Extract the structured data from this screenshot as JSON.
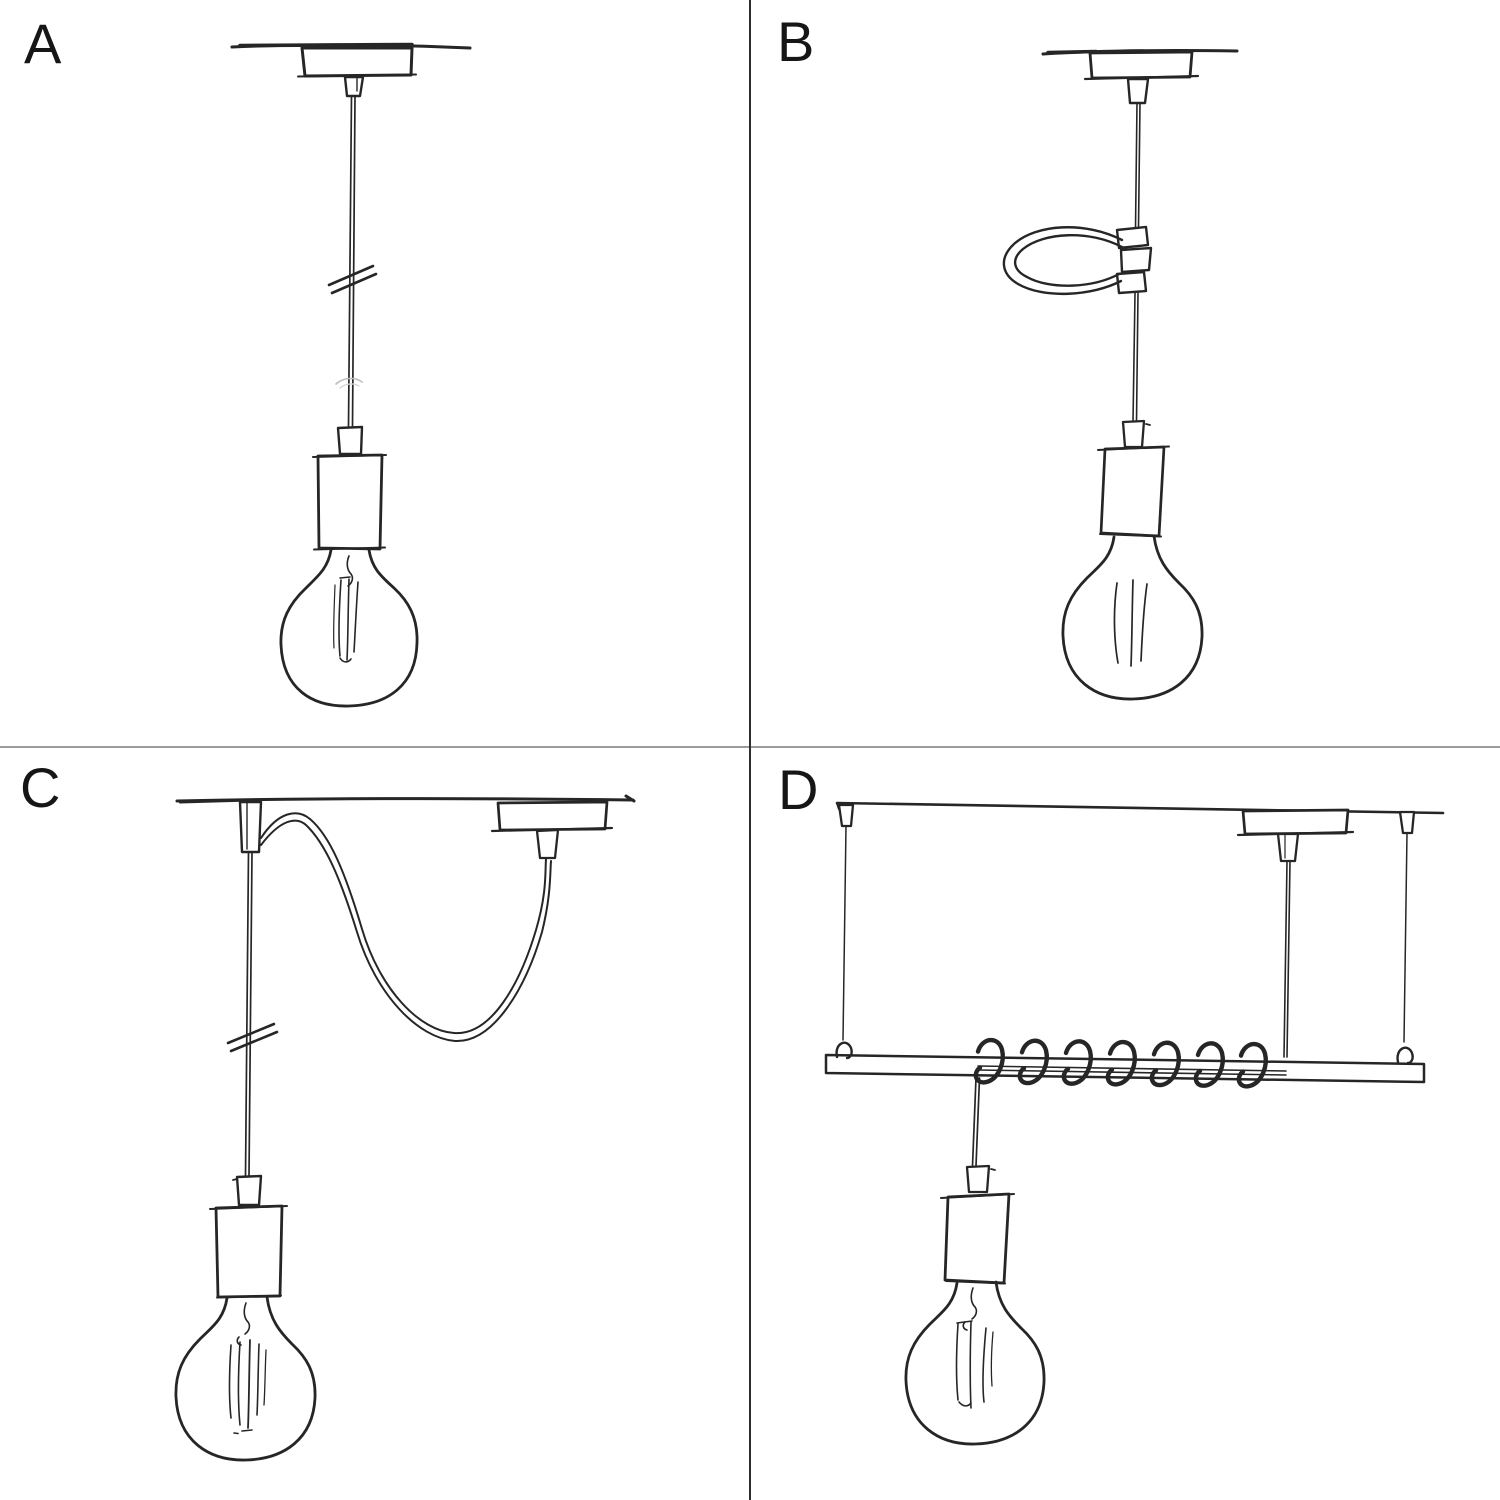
{
  "colors": {
    "background": "#ffffff",
    "ink": "#262626",
    "pencil_faint": "#bdbdbd",
    "divider_vertical": "#2e2e2e",
    "divider_horizontal": "#9b9b9b"
  },
  "panels": [
    {
      "id": "A",
      "label": "A",
      "depicts": "pendant-lamp-straight-drop",
      "parts": [
        "ceiling-line",
        "ceiling-rose",
        "cable-grip",
        "pendant-cable",
        "cable-length-break-marks",
        "lamp-holder",
        "globe-bulb",
        "filament"
      ]
    },
    {
      "id": "B",
      "label": "B",
      "depicts": "pendant-lamp-with-cable-clip-loop",
      "parts": [
        "ceiling-line",
        "ceiling-rose",
        "cable-grip",
        "pendant-cable",
        "cable-clip-with-loop",
        "lamp-holder",
        "globe-bulb",
        "filament"
      ]
    },
    {
      "id": "C",
      "label": "C",
      "depicts": "pendant-lamp-swag-from-ceiling-anchor",
      "parts": [
        "ceiling-line",
        "ceiling-anchor",
        "ceiling-rose",
        "cable-grip",
        "swag-cable",
        "pendant-cable",
        "cable-length-break-marks",
        "lamp-holder",
        "globe-bulb",
        "filament"
      ]
    },
    {
      "id": "D",
      "label": "D",
      "depicts": "pendant-lamp-cable-wrapped-on-suspended-bar",
      "parts": [
        "ceiling-line",
        "ceiling-hooks",
        "suspension-wires",
        "ceiling-rose",
        "cable-grip",
        "suspension-bar",
        "cable-spiral-wrap",
        "pendant-cable",
        "lamp-holder",
        "globe-bulb",
        "filament"
      ]
    }
  ]
}
